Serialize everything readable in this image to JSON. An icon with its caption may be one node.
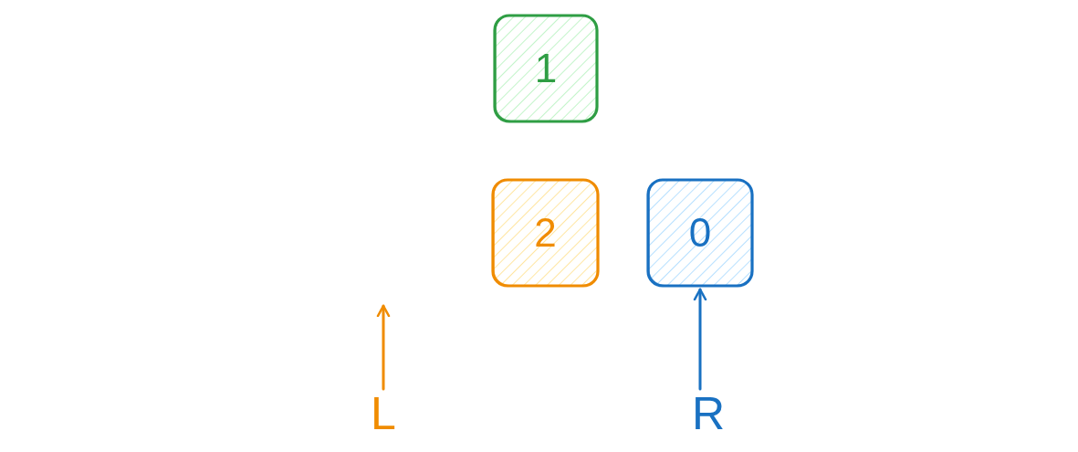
{
  "diagram": {
    "nodes": [
      {
        "text": [
          "1"
        ]
      },
      {
        "text": [
          "2"
        ]
      },
      {
        "text": [
          "0"
        ]
      },
      {
        "text": [
          "L"
        ]
      },
      {
        "text": [
          "R"
        ]
      }
    ],
    "edges": [
      {
        "from": 3,
        "to": null,
        "arrow": "to",
        "color": "#f08c00"
      },
      {
        "from": 4,
        "to": 2,
        "arrow": "to",
        "color": "#1971c2"
      }
    ]
  }
}
